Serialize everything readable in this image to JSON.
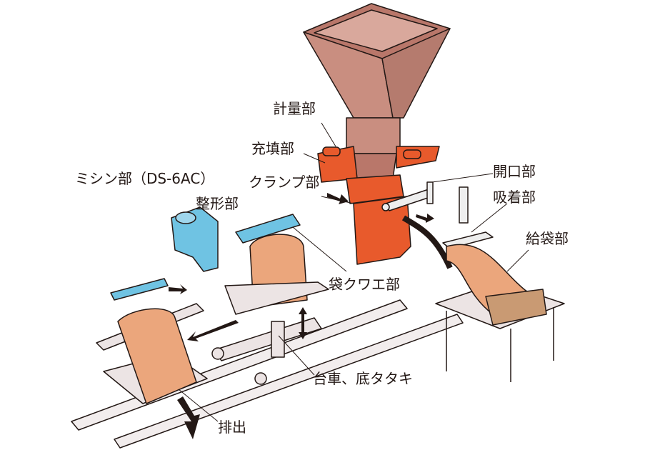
{
  "labels": {
    "weighing": "計量部",
    "filling": "充填部",
    "opening": "開口部",
    "sewing": "ミシン部（DS-6AC）",
    "clamp": "クランプ部",
    "suction": "吸着部",
    "shaping": "整形部",
    "bag_feed": "給袋部",
    "bag_gripper": "袋クワエ部",
    "cart": "台車、底タタキ",
    "discharge": "排出"
  },
  "colors": {
    "hopper": "#c98e80",
    "clamp": "#e85a2c",
    "bag": "#eba67c",
    "blue_parts": "#6fc3e3",
    "table": "#ece4e4",
    "outline": "#231815"
  }
}
